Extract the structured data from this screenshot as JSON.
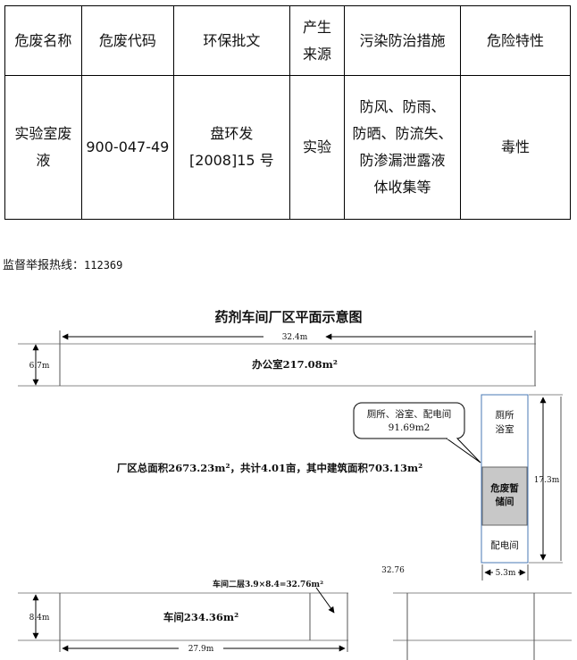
{
  "table": {
    "headers": [
      {
        "lines": [
          "危废名称"
        ]
      },
      {
        "lines": [
          "危废代码"
        ]
      },
      {
        "lines": [
          "环保批文"
        ]
      },
      {
        "lines": [
          "产生",
          "来源"
        ]
      },
      {
        "lines": [
          "污染防治措施"
        ]
      },
      {
        "lines": [
          "危险特性"
        ]
      }
    ],
    "row": [
      {
        "lines": [
          "实验室废",
          "液"
        ]
      },
      {
        "lines": [
          "900-047-49"
        ]
      },
      {
        "lines": [
          "盘环发",
          "[2008]15 号"
        ]
      },
      {
        "lines": [
          "实验"
        ]
      },
      {
        "lines": [
          "防风、防雨、",
          "防晒、防流失、",
          "防渗漏泄露液",
          "体收集等"
        ]
      },
      {
        "lines": [
          "毒性"
        ]
      }
    ]
  },
  "hotline": {
    "label": "监督举报热线：",
    "number": "112369"
  },
  "diagram": {
    "title": "药剂车间厂区平面示意图",
    "office": {
      "label": "办公室217.08m²",
      "width": "32.4m",
      "height": "6.7m"
    },
    "total": {
      "label": "厂区总面积2673.23m²，共计4.01亩，其中建筑面积703.13m²"
    },
    "callout": {
      "line1": "厕所、浴室、配电间",
      "line2": "91.69m2"
    },
    "right_block": {
      "toilet_line1": "厕所",
      "toilet_line2": "浴室",
      "hazard_line1": "危废暂",
      "hazard_line2": "储间",
      "power_room": "配电间",
      "height": "17.3m",
      "width": "5.3m"
    },
    "stray_number": "32.76",
    "workshop": {
      "label": "车间234.36m²",
      "second_floor": "车间二层3.9×8.4=32.76m²",
      "height": "8.4m",
      "width": "27.9m"
    },
    "colors": {
      "hazard_fill": "#c8c8c8",
      "right_block_border": "#4a78b5"
    }
  }
}
